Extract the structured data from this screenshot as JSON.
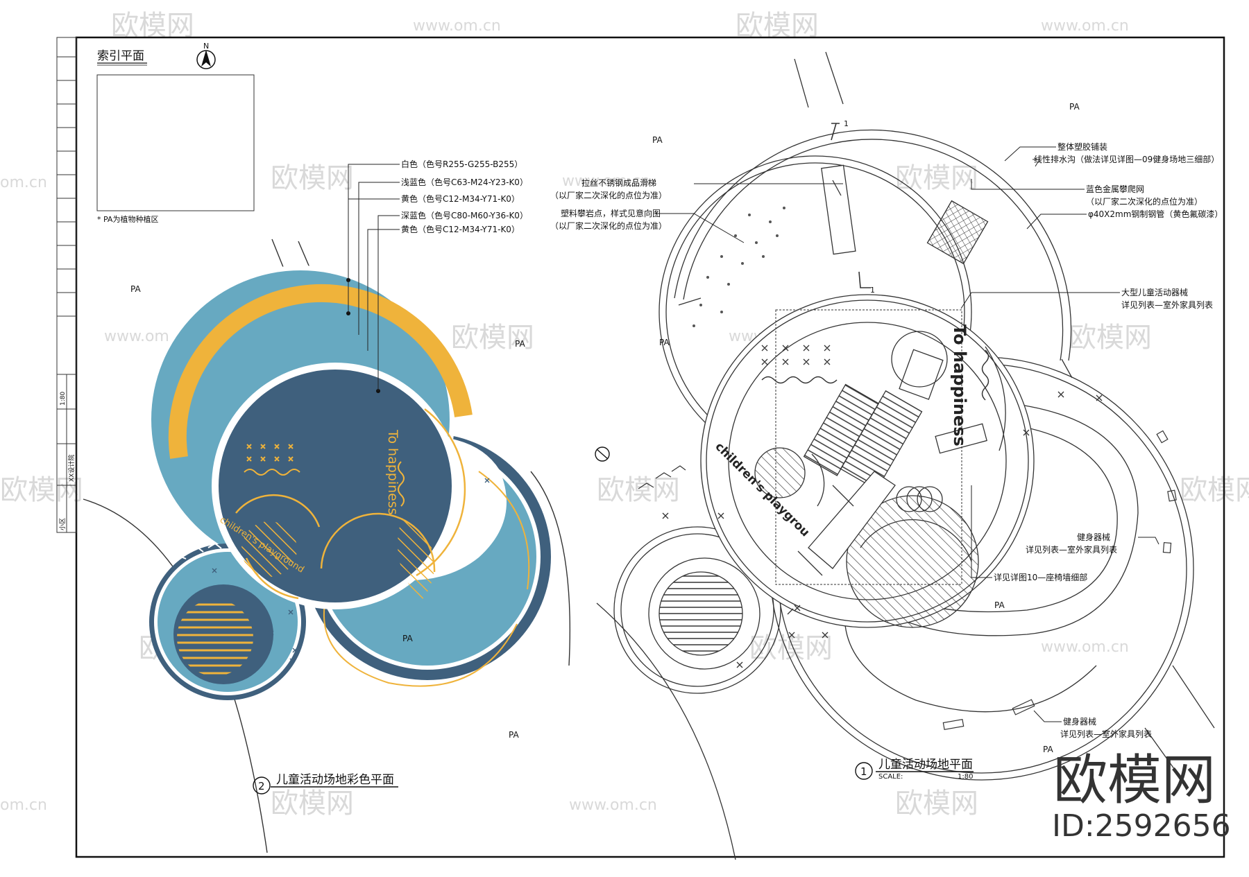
{
  "colors": {
    "light_blue": "#67a9c1",
    "dark_blue": "#3f607d",
    "yellow": "#efb33b",
    "white": "#ffffff"
  },
  "index_plan": {
    "title": "索引平面",
    "note": "* PA为植物种植区"
  },
  "north_label": "N",
  "legend": [
    "白色（色号R255-G255-B255）",
    "浅蓝色（色号C63-M24-Y23-K0）",
    "黄色（色号C12-M34-Y71-K0）",
    "深蓝色（色号C80-M60-Y36-K0）",
    "黄色（色号C12-M34-Y71-K0）"
  ],
  "pa_label": "PA",
  "color_plan": {
    "number": "2",
    "title": "儿童活动场地彩色平面",
    "text_happiness": "To happiness",
    "text_playground": "children's playground"
  },
  "site_plan": {
    "number": "1",
    "title": "儿童活动场地平面",
    "scale_label": "SCALE:",
    "scale_value": "1:80",
    "text_happiness": "To happiness",
    "text_playground": "children's playgrou",
    "section_mark": "1",
    "annotations": [
      "整体塑胶铺装",
      "线性排水沟（做法详见详图—09健身场地三细部）",
      "蓝色金属攀爬网",
      "（以厂家二次深化的点位为准）",
      "φ40X2mm钢制钢管（黄色氟碳漆）",
      "拉丝不锈钢成品滑梯",
      "（以厂家二次深化的点位为准）",
      "塑料攀岩点，样式见意向图",
      "（以厂家二次深化的点位为准）",
      "大型儿童活动器械",
      "详见列表—室外家具列表",
      "健身器械",
      "详见列表—室外家具列表",
      "详见详图10—座椅墙细部",
      "健身器械",
      "详见列表—室外家具列表"
    ]
  },
  "titleblock": [
    "小区",
    "XX设计院",
    "1:80"
  ],
  "watermark": {
    "brand": "欧模网",
    "url": "www.om.cn",
    "url_short": "om.cn",
    "id": "ID:2592656"
  }
}
